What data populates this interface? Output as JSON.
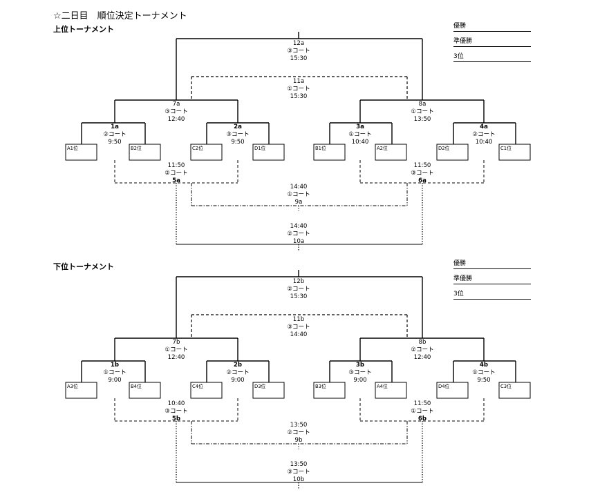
{
  "header": {
    "title": "☆二日目　順位決定トーナメント"
  },
  "rank_labels": [
    "優勝",
    "準優勝",
    "3位"
  ],
  "upper": {
    "title": "上位トーナメント",
    "seeds": [
      "A1位",
      "B2位",
      "C2位",
      "D1位",
      "B1位",
      "A2位",
      "D2位",
      "C1位"
    ],
    "m1": {
      "game": "1a",
      "court": "②コート",
      "time": "9:50"
    },
    "m2": {
      "game": "2a",
      "court": "③コート",
      "time": "9:50"
    },
    "m3": {
      "game": "3a",
      "court": "①コート",
      "time": "10:40"
    },
    "m4": {
      "game": "4a",
      "court": "②コート",
      "time": "10:40"
    },
    "m7": {
      "game": "7a",
      "court": "③コート",
      "time": "12:40"
    },
    "m8": {
      "game": "8a",
      "court": "①コート",
      "time": "13:50"
    },
    "m12": {
      "game": "12a",
      "court": "③コート",
      "time": "15:30"
    },
    "m11": {
      "game": "11a",
      "court": "①コート",
      "time": "15:30"
    },
    "m5": {
      "game": "5a",
      "court": "②コート",
      "time": "11:50"
    },
    "m6": {
      "game": "6a",
      "court": "③コート",
      "time": "11:50"
    },
    "m9": {
      "game": "9a",
      "court": "①コート",
      "time": "14:40"
    },
    "m10": {
      "game": "10a",
      "court": "②コート",
      "time": "14:40"
    }
  },
  "lower": {
    "title": "下位トーナメント",
    "seeds": [
      "A3位",
      "B4位",
      "C4位",
      "D3位",
      "B3位",
      "A4位",
      "D4位",
      "C3位"
    ],
    "m1": {
      "game": "1b",
      "court": "①コート",
      "time": "9:00"
    },
    "m2": {
      "game": "2b",
      "court": "②コート",
      "time": "9:00"
    },
    "m3": {
      "game": "3b",
      "court": "③コート",
      "time": "9:00"
    },
    "m4": {
      "game": "4b",
      "court": "①コート",
      "time": "9:50"
    },
    "m7": {
      "game": "7b",
      "court": "①コート",
      "time": "12:40"
    },
    "m8": {
      "game": "8b",
      "court": "②コート",
      "time": "12:40"
    },
    "m12": {
      "game": "12b",
      "court": "②コート",
      "time": "15:30"
    },
    "m11": {
      "game": "11b",
      "court": "③コート",
      "time": "14:40"
    },
    "m5": {
      "game": "5b",
      "court": "③コート",
      "time": "10:40"
    },
    "m6": {
      "game": "6b",
      "court": "①コート",
      "time": "11:50"
    },
    "m9": {
      "game": "9b",
      "court": "②コート",
      "time": "13:50"
    },
    "m10": {
      "game": "10b",
      "court": "③コート",
      "time": "13:50"
    }
  }
}
